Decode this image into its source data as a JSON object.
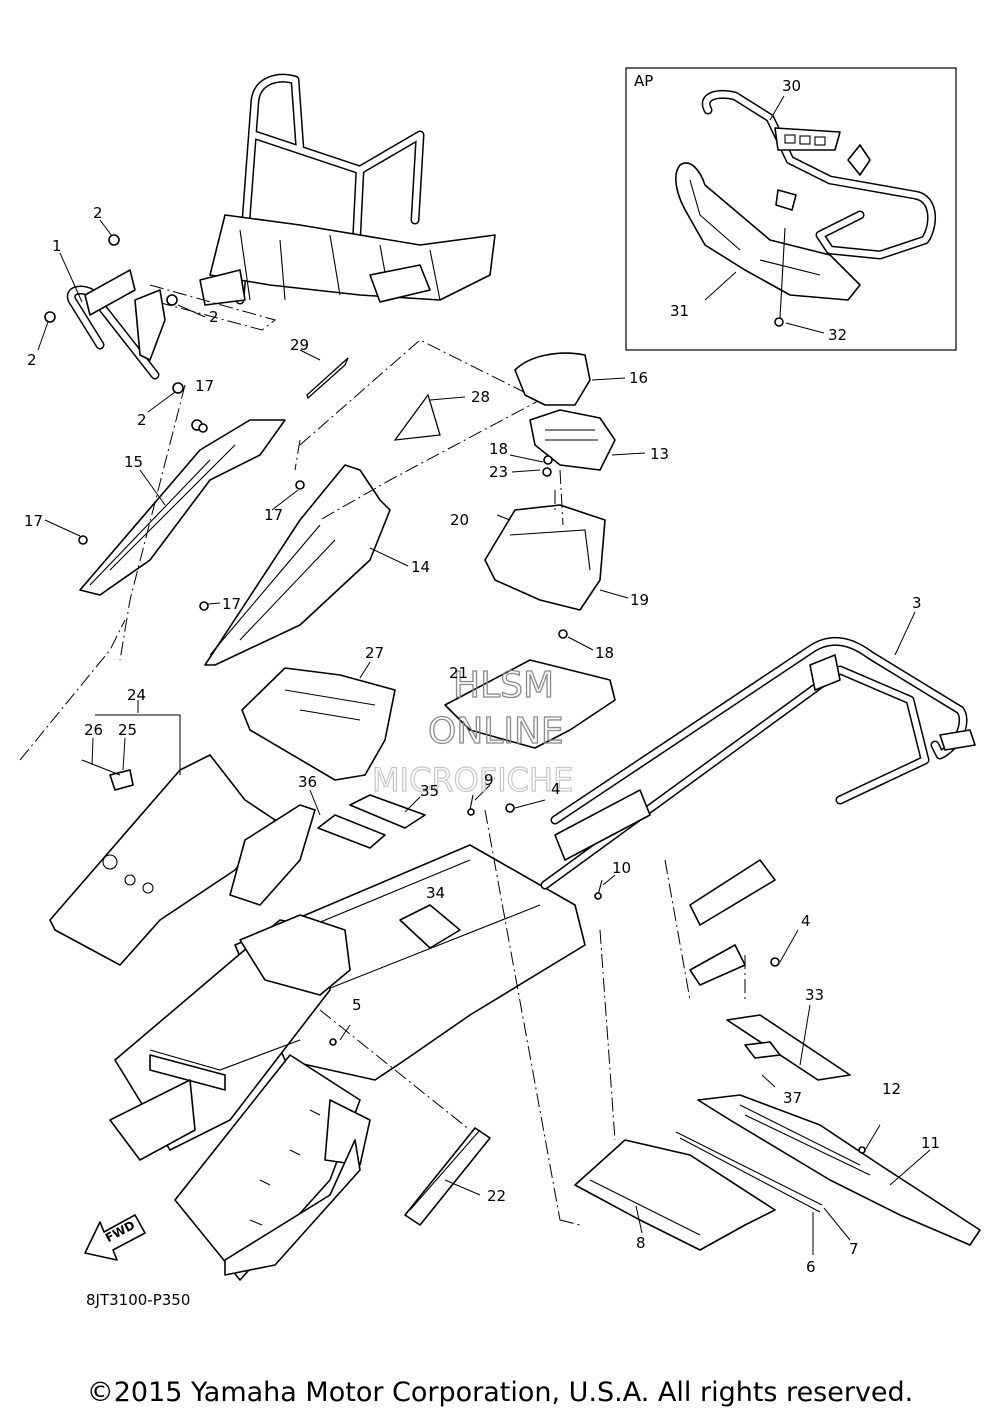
{
  "inset": {
    "label": "AP"
  },
  "callouts": [
    {
      "id": "c1",
      "text": "1"
    },
    {
      "id": "c2a",
      "text": "2"
    },
    {
      "id": "c2b",
      "text": "2"
    },
    {
      "id": "c2c",
      "text": "2"
    },
    {
      "id": "c2d",
      "text": "2"
    },
    {
      "id": "c3",
      "text": "3"
    },
    {
      "id": "c4a",
      "text": "4"
    },
    {
      "id": "c4b",
      "text": "4"
    },
    {
      "id": "c5",
      "text": "5"
    },
    {
      "id": "c6",
      "text": "6"
    },
    {
      "id": "c7",
      "text": "7"
    },
    {
      "id": "c8",
      "text": "8"
    },
    {
      "id": "c9",
      "text": "9"
    },
    {
      "id": "c10",
      "text": "10"
    },
    {
      "id": "c11",
      "text": "11"
    },
    {
      "id": "c12",
      "text": "12"
    },
    {
      "id": "c13",
      "text": "13"
    },
    {
      "id": "c14",
      "text": "14"
    },
    {
      "id": "c15",
      "text": "15"
    },
    {
      "id": "c16",
      "text": "16"
    },
    {
      "id": "c17a",
      "text": "17"
    },
    {
      "id": "c17b",
      "text": "17"
    },
    {
      "id": "c17c",
      "text": "17"
    },
    {
      "id": "c17d",
      "text": "17"
    },
    {
      "id": "c18a",
      "text": "18"
    },
    {
      "id": "c18b",
      "text": "18"
    },
    {
      "id": "c19",
      "text": "19"
    },
    {
      "id": "c20",
      "text": "20"
    },
    {
      "id": "c21",
      "text": "21"
    },
    {
      "id": "c22",
      "text": "22"
    },
    {
      "id": "c23",
      "text": "23"
    },
    {
      "id": "c24",
      "text": "24"
    },
    {
      "id": "c25",
      "text": "25"
    },
    {
      "id": "c26",
      "text": "26"
    },
    {
      "id": "c27",
      "text": "27"
    },
    {
      "id": "c28",
      "text": "28"
    },
    {
      "id": "c29",
      "text": "29"
    },
    {
      "id": "c30",
      "text": "30"
    },
    {
      "id": "c31",
      "text": "31"
    },
    {
      "id": "c32",
      "text": "32"
    },
    {
      "id": "c33",
      "text": "33"
    },
    {
      "id": "c34",
      "text": "34"
    },
    {
      "id": "c35",
      "text": "35"
    },
    {
      "id": "c36",
      "text": "36"
    },
    {
      "id": "c37",
      "text": "37"
    }
  ],
  "direction_badge": "FWD",
  "diagram_code": "8JT3100-P350",
  "watermark": {
    "line1": "HLSM",
    "line2": "ONLINE",
    "line3": "MICROFICHE"
  },
  "copyright": "©2015 Yamaha Motor Corporation, U.S.A. All rights reserved."
}
